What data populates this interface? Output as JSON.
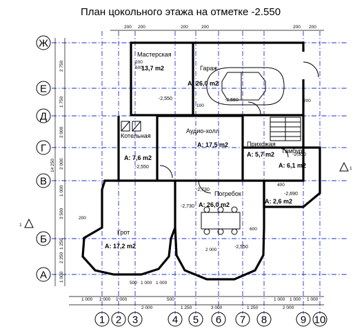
{
  "title": "План цокольного этажа на отметке -2.550",
  "axes": {
    "letters": [
      "Ж",
      "Е",
      "Д",
      "Г",
      "В",
      "Б",
      "А"
    ],
    "numbers": [
      "1",
      "2",
      "3",
      "4",
      "5",
      "6",
      "7",
      "8",
      "9",
      "10"
    ]
  },
  "rooms": [
    {
      "name": "Мастерская",
      "area": "13,7 m2"
    },
    {
      "name": "Гараж",
      "area": "А: 26,0 m2"
    },
    {
      "name": "Аудио-холл",
      "area": "А: 17,5 m2"
    },
    {
      "name": "Котельная",
      "area": "А: 7,6 m2"
    },
    {
      "name": "Прихожая",
      "area": "А: 5,7 m2"
    },
    {
      "name": "Тамбур",
      "area": "А: 6,1 m2"
    },
    {
      "name": "Погребок",
      "area": "А: 26,0 m2"
    },
    {
      "name": "Грот",
      "area": "А: 17,2 m2"
    },
    {
      "name": "",
      "area": "А: 2,6 m2"
    }
  ],
  "levels": [
    "-2,550",
    "-2,550",
    "-2,550",
    "-2,550",
    "-2,730",
    "-2,730",
    "-2,690",
    "-2,550"
  ],
  "dims": {
    "bottom1": [
      "1 000",
      "1 000",
      "1 000",
      "1 000",
      "1 000",
      "500",
      "1 000",
      "1 000"
    ],
    "bottom2": [
      "2 000",
      "1 250",
      "3 000",
      "1 250",
      "2 000"
    ],
    "top": [
      "200",
      "200",
      "200",
      "200",
      "200",
      "200"
    ],
    "left": [
      "2 750",
      "1 750",
      "2 000",
      "2 000",
      "1 000",
      "3 500",
      "1 250",
      "2 250",
      "1 000"
    ],
    "left_total": "14 250",
    "misc": [
      "500",
      "1 000",
      "100",
      "200",
      "600",
      "200",
      "400",
      "200",
      "600",
      "2 000"
    ]
  },
  "marks": {
    "section_right": "1",
    "section_left": "1"
  }
}
